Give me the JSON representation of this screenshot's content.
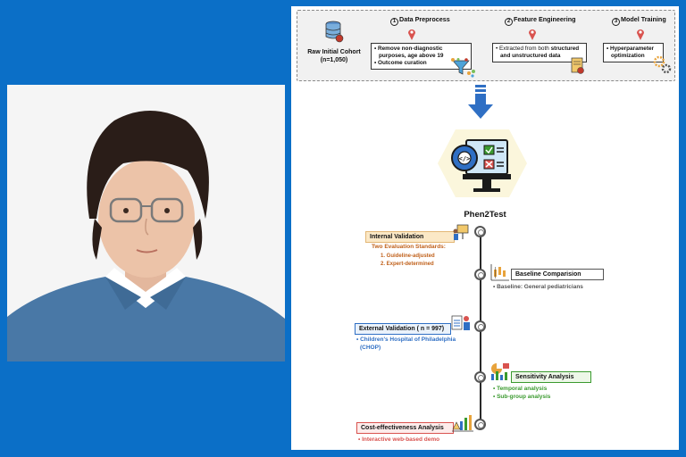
{
  "pipeline": {
    "raw_title": "Raw Initial Cohort",
    "raw_count": "(n=1,050)",
    "steps": [
      {
        "num": "1",
        "title": "Data Preprocess",
        "lines": [
          "• Remove non-diagnostic",
          "purposes, age above 19",
          "• Outcome curation"
        ]
      },
      {
        "num": "2",
        "title": "Feature Engineering",
        "line1_pre": "• Extracted from both ",
        "line1_bold": "structured",
        "line2": "and unstructured data"
      },
      {
        "num": "3",
        "title": "Model Training",
        "lines": [
          "• Hyperparameter",
          "optimization"
        ]
      }
    ]
  },
  "center": {
    "title": "Phen2Test"
  },
  "timeline": {
    "internal": {
      "label": "Internal Validation",
      "sub_title": "Two Evaluation Standards:",
      "items": [
        "1. Guideline-adjusted",
        "2. Expert-determined"
      ]
    },
    "baseline": {
      "label": "Baseline Comparision",
      "note": "• Baseline: General pediatricians"
    },
    "external": {
      "label": "External Validation  ( n = 997)",
      "note_lines": [
        "•  Children's Hospital of Philadelphia",
        "(CHOP)"
      ]
    },
    "sensitivity": {
      "label": "Sensitivity Analysis",
      "notes": [
        "• Temporal analysis",
        "• Sub-group analysis"
      ]
    },
    "cost": {
      "label": "Cost-effectiveness Analysis",
      "note": "• Interactive web-based demo"
    }
  },
  "colors": {
    "background": "#0b6fc7",
    "orange": "#c0601a",
    "blue": "#2f6fc4",
    "green": "#3a9a2e",
    "red": "#d9534f"
  }
}
